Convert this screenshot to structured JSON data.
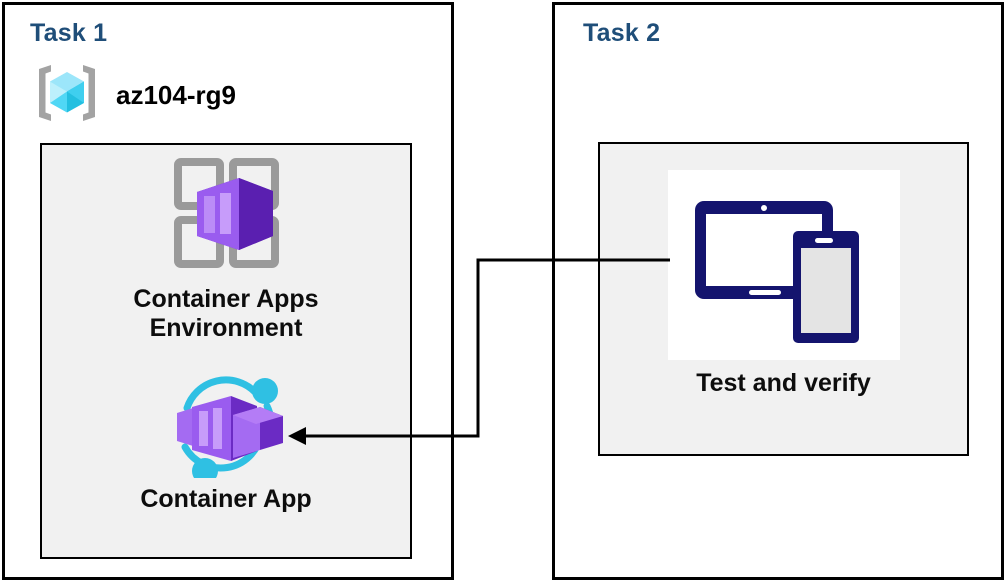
{
  "diagram": {
    "background": "#ffffff",
    "border_color": "#000000",
    "panel_fill": "#F1F1F1",
    "title_color": "#1F4E79",
    "accent_purple": "#7B2FD6",
    "accent_cyan": "#32C5E8",
    "accent_navy": "#14146E"
  },
  "task1": {
    "title": "Task 1",
    "resource_group": {
      "icon": "resource-group-icon",
      "label": "az104-rg9"
    },
    "items": [
      {
        "icon": "container-apps-environment-icon",
        "label": "Container Apps\nEnvironment"
      },
      {
        "icon": "container-app-icon",
        "label": "Container App"
      }
    ]
  },
  "task2": {
    "title": "Task 2",
    "items": [
      {
        "icon": "devices-test-icon",
        "label": "Test and verify"
      }
    ]
  },
  "connector": {
    "from": "devices-test-icon",
    "to": "container-app-icon",
    "style": "elbow-arrow",
    "color": "#000000"
  }
}
